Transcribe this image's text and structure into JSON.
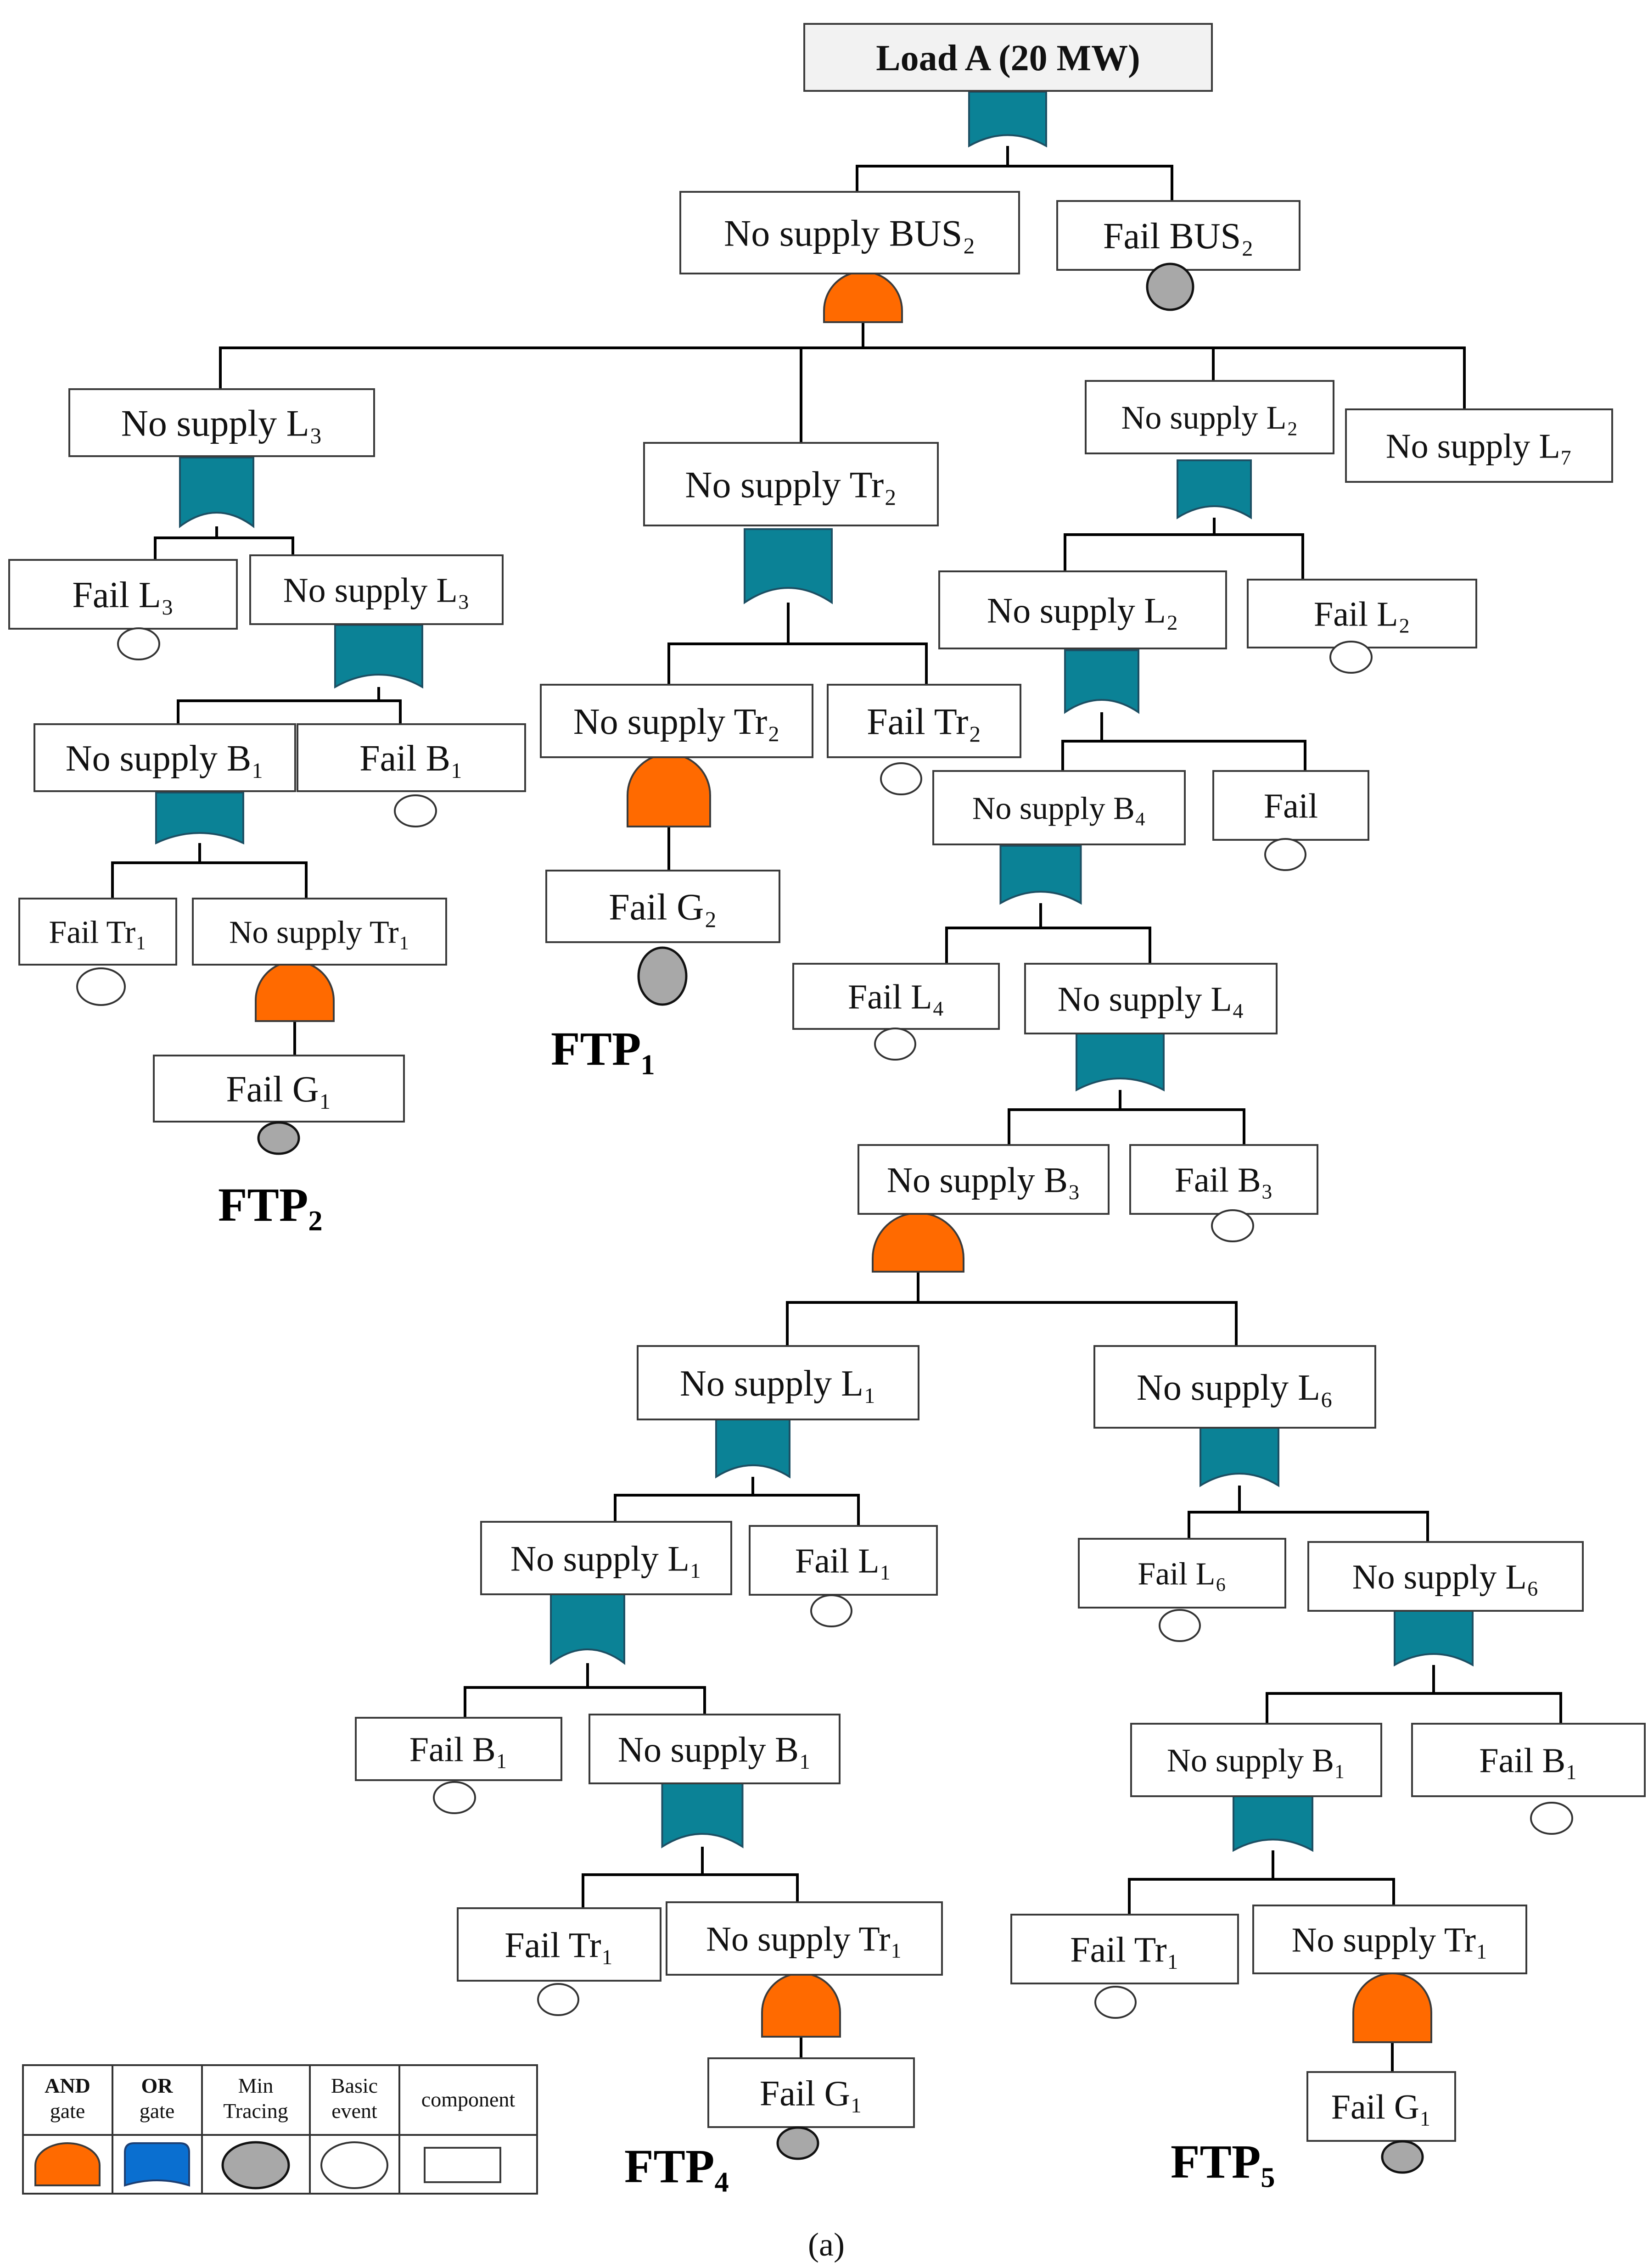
{
  "nodes": {
    "top": "Load A (20 MW)",
    "nsBus2": "No supply BUS₂",
    "failBus2": "Fail BUS₂",
    "nsL3a": "No supply L₃",
    "failL3": "Fail L₃",
    "nsL3b": "No supply L₃",
    "nsB1a": "No supply B₁",
    "failB1a": "Fail B₁",
    "failTr1a": "Fail Tr₁",
    "nsTr1a": "No supply Tr₁",
    "failG1a": "Fail G₁",
    "nsTr2a": "No supply Tr₂",
    "nsTr2b": "No supply Tr₂",
    "failTr2": "Fail Tr₂",
    "failG2": "Fail G₂",
    "nsL2a": "No supply L₂",
    "nsL7": "No supply L₇",
    "nsL2b": "No supply L₂",
    "failL2": "Fail L₂",
    "nsB4": "No supply B₄",
    "fail": "Fail",
    "failL4": "Fail L₄",
    "nsL4": "No supply L₄",
    "nsB3": "No supply B₃",
    "failB3": "Fail B₃",
    "nsL1a": "No supply L₁",
    "nsL1b": "No supply L₁",
    "failL1": "Fail L₁",
    "failB1b": "Fail B₁",
    "nsB1b": "No supply B₁",
    "failTr1b": "Fail Tr₁",
    "nsTr1b": "No supply Tr₁",
    "failG1b": "Fail G₁",
    "nsL6a": "No supply L₆",
    "failL6": "Fail L₆",
    "nsL6b": "No supply L₆",
    "nsB1c": "No supply B₁",
    "failB1c": "Fail B₁",
    "failTr1c": "Fail Tr₁",
    "nsTr1c": "No supply Tr₁",
    "failG1c": "Fail G₁"
  },
  "ftp_labels": {
    "ftp1": "FTP₁",
    "ftp2": "FTP₂",
    "ftp4": "FTP₄",
    "ftp5": "FTP₅"
  },
  "legend": {
    "and_gate": [
      "AND",
      "gate"
    ],
    "or_gate": [
      "OR",
      "gate"
    ],
    "min_tracing": [
      "Min",
      "Tracing"
    ],
    "basic_event": [
      "Basic",
      "event"
    ],
    "component": "component"
  },
  "caption": "(a)",
  "colors": {
    "and_gate": "#ff6a00",
    "or_gate": "#0b8296",
    "legend_or_gate": "#0a6fd0",
    "min_tracing": "#a8a8a8",
    "basic_event": "#ffffff"
  }
}
